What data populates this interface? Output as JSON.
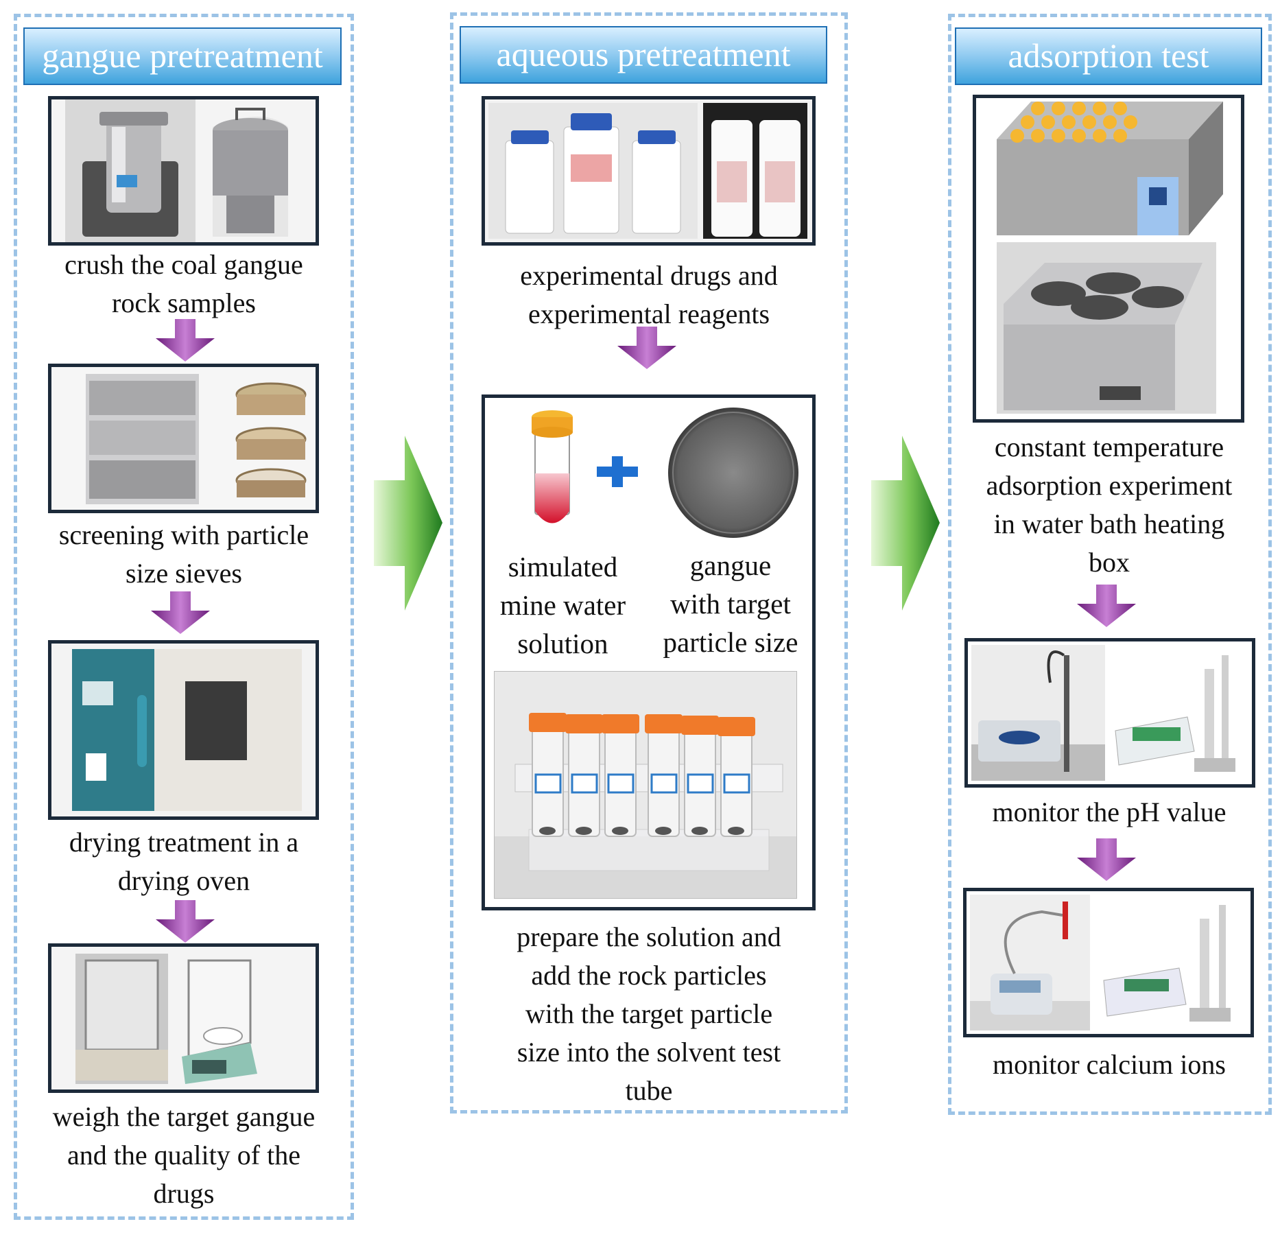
{
  "headers": {
    "gangue": "gangue pretreatment",
    "aqueous": "aqueous pretreatment",
    "adsorption": "adsorption test"
  },
  "captions": {
    "crush": [
      "crush the coal gangue",
      "rock samples"
    ],
    "screen": [
      "screening with particle",
      "size sieves"
    ],
    "dry": [
      "drying treatment in a",
      "drying oven"
    ],
    "weigh": [
      "weigh the target gangue",
      "and the quality of the",
      "drugs"
    ],
    "drugs": [
      "experimental drugs and",
      "experimental reagents"
    ],
    "simulated": [
      "simulated",
      "mine water",
      "solution"
    ],
    "gangue_particles": [
      "gangue",
      "with target",
      "particle size"
    ],
    "prepare": [
      "prepare the solution and",
      "add the rock particles",
      "with the target particle",
      "size into the solvent test",
      "tube"
    ],
    "constant": [
      "constant temperature",
      "adsorption experiment",
      "in water bath heating",
      "box"
    ],
    "ph": [
      "monitor the pH value"
    ],
    "calcium": [
      "monitor calcium ions"
    ]
  },
  "colors": {
    "panel_border": "#9cc3e6",
    "header_fill": "#5cb4e6",
    "flow_arrow": "#9b2fa6",
    "stage_arrow": "#2e8b2a",
    "plus": "#1e6fd0"
  }
}
